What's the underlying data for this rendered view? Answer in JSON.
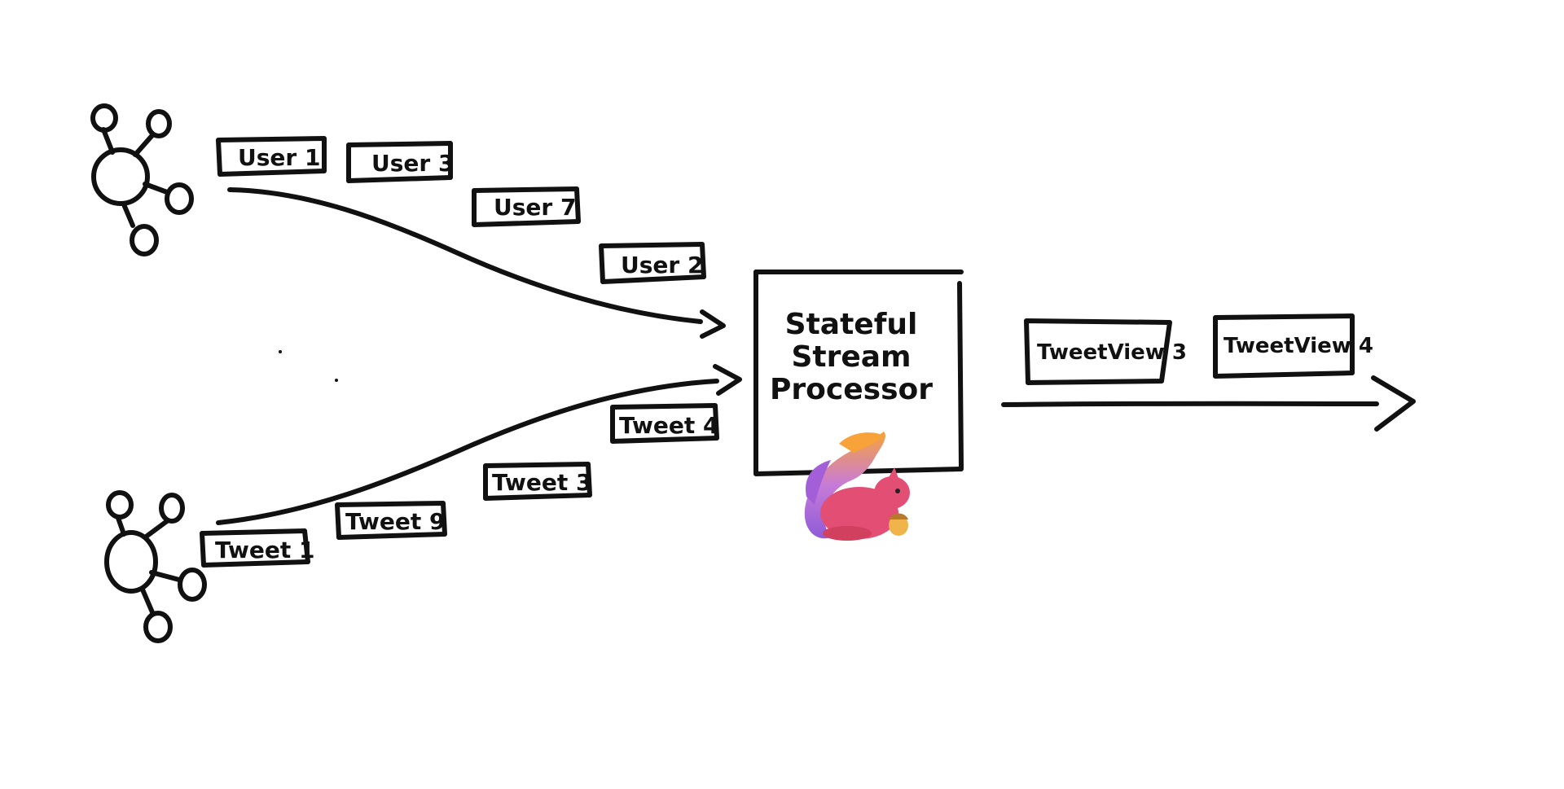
{
  "diagram": {
    "user_events": [
      "User 1",
      "User 3",
      "User 7",
      "User 2"
    ],
    "tweet_events": [
      "Tweet 1",
      "Tweet 9",
      "Tweet 3",
      "Tweet 4"
    ],
    "processor": {
      "line1": "Stateful",
      "line2": "Stream",
      "line3": "Processor"
    },
    "output_events": [
      "TweetView 3",
      "TweetView 4"
    ],
    "mascot_icon": "squirrel-icon",
    "colors": {
      "ink": "#111111",
      "squirrel_body": "#e34e74",
      "tail_orange": "#f7a33a",
      "tail_purple": "#8e5bd8",
      "acorn": "#f0b44a"
    }
  }
}
